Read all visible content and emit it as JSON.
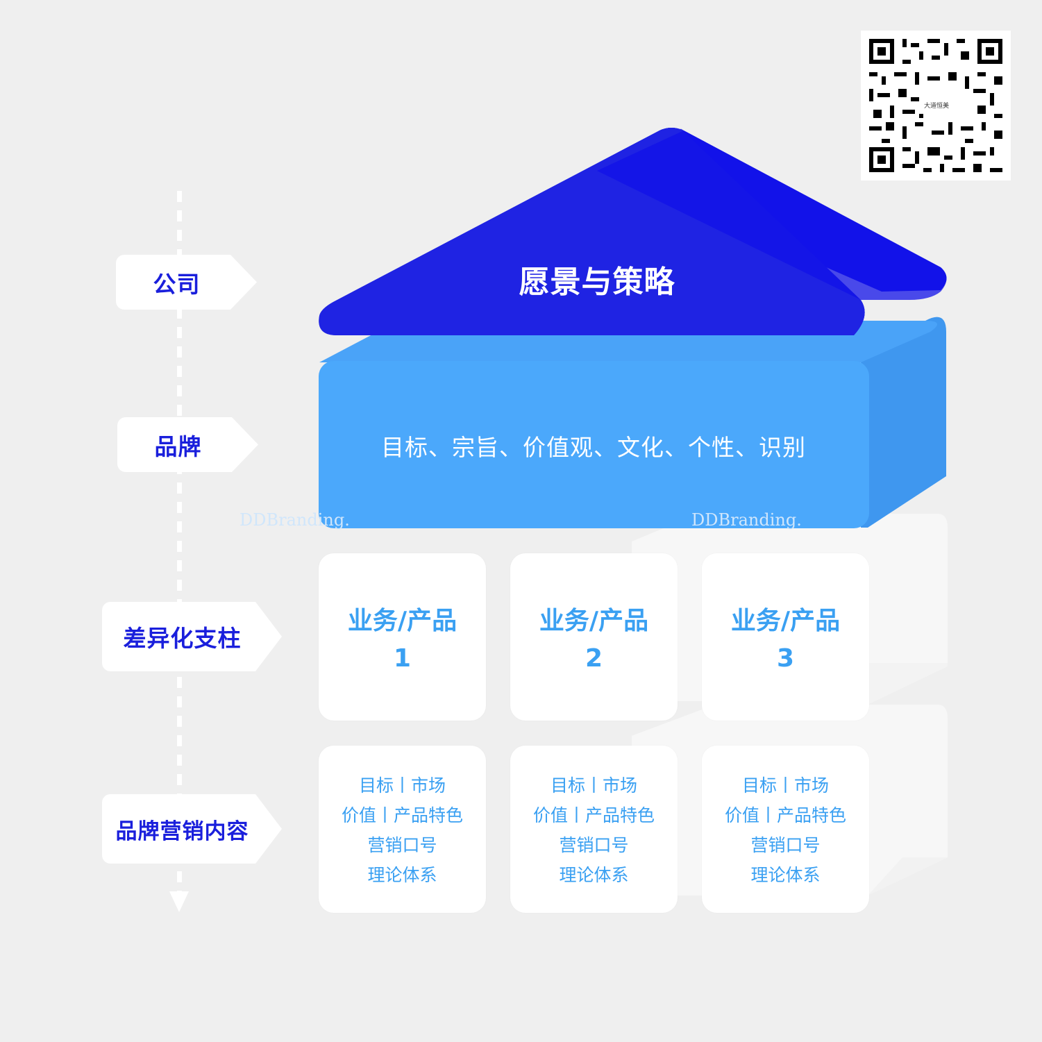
{
  "levels": [
    {
      "label": "公司"
    },
    {
      "label": "品牌"
    },
    {
      "label": "差异化支柱"
    },
    {
      "label": "品牌营销内容"
    }
  ],
  "roof": {
    "text": "愿景与策略",
    "color": "#1a1fe6"
  },
  "brand": {
    "text": "目标、宗旨、价值观、文化、个性、识别",
    "color": "#4ba8fb"
  },
  "watermark": "DDBranding.",
  "pillars": [
    {
      "title": "业务/产品",
      "number": "1"
    },
    {
      "title": "业务/产品",
      "number": "2"
    },
    {
      "title": "业务/产品",
      "number": "3"
    }
  ],
  "content": {
    "lines": [
      "目标丨市场",
      "价值丨产品特色",
      "营销口号",
      "理论体系"
    ]
  },
  "qr": {
    "label": "大道恒美"
  }
}
